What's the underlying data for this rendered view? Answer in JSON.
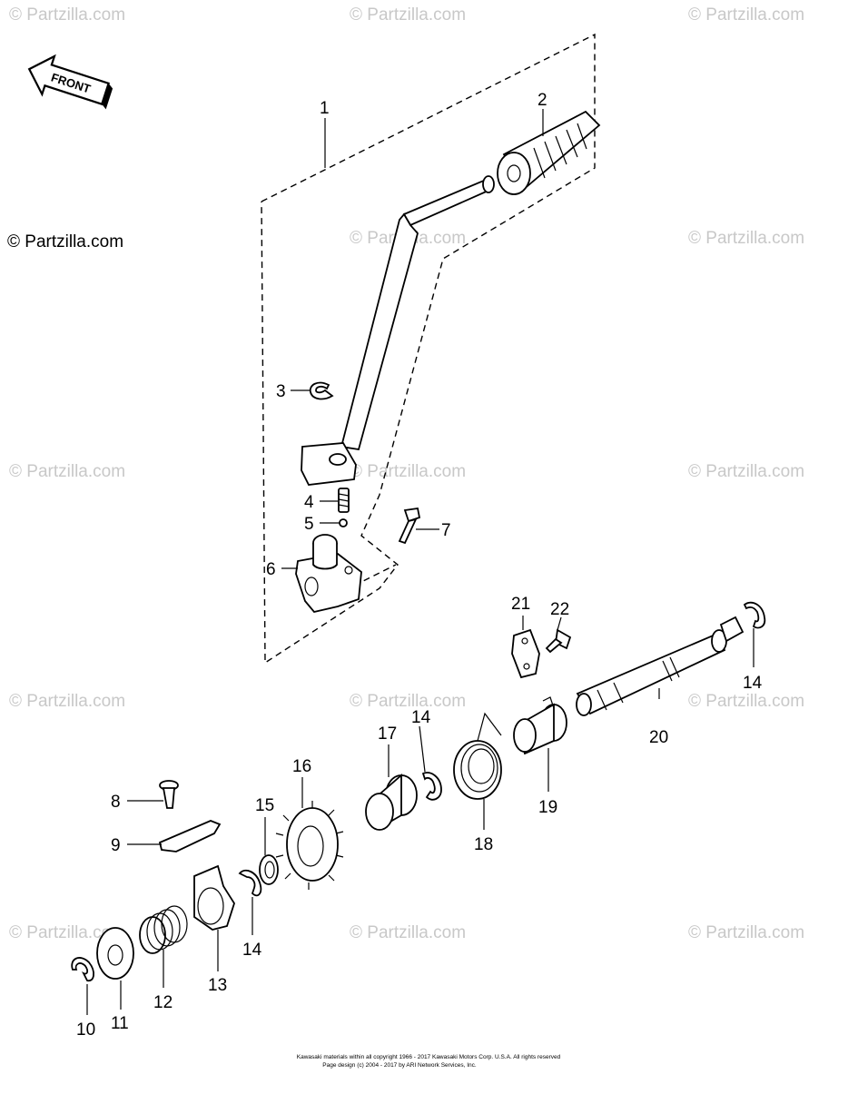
{
  "watermark": {
    "text": "© Partzilla.com"
  },
  "copyright_badge": {
    "text": "© Partzilla.com"
  },
  "direction_arrow": {
    "label": "FRONT"
  },
  "part_labels": {
    "p1": "1",
    "p2": "2",
    "p3": "3",
    "p4": "4",
    "p5": "5",
    "p6": "6",
    "p7": "7",
    "p8": "8",
    "p9": "9",
    "p10": "10",
    "p11": "11",
    "p12": "12",
    "p13": "13",
    "p14a": "14",
    "p14b": "14",
    "p14c": "14",
    "p15": "15",
    "p16": "16",
    "p17": "17",
    "p18": "18",
    "p19": "19",
    "p20": "20",
    "p21": "21",
    "p22": "22"
  },
  "footer": {
    "line1": "Kawasaki materials within all copyright 1966 - 2017  Kawasaki Motors Corp. U.S.A.   All rights reserved",
    "line2": "Page design (c) 2004 - 2017 by ARI Network Services, Inc."
  }
}
